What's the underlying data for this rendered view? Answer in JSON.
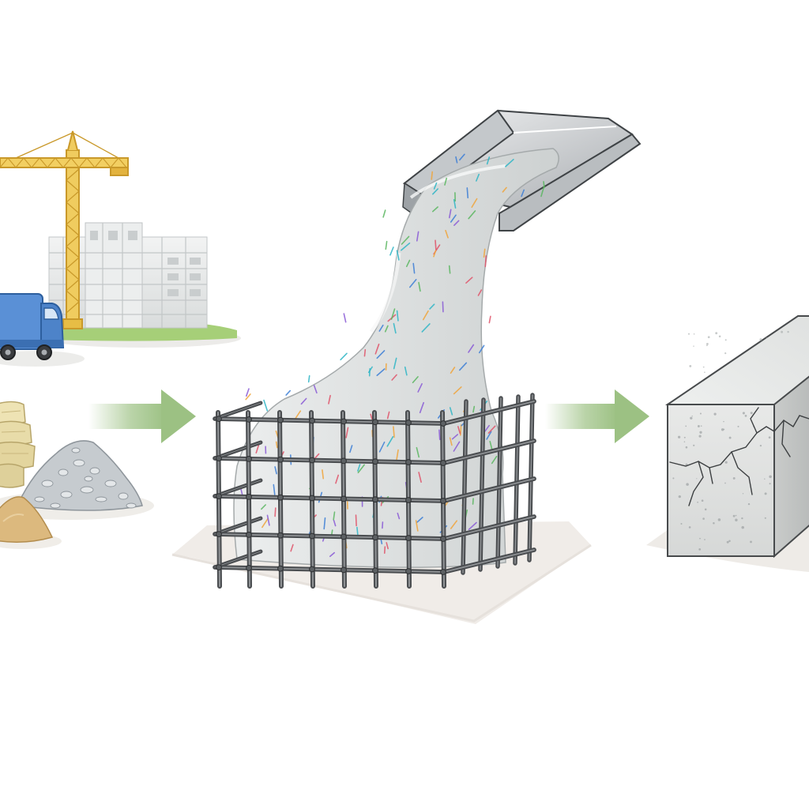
{
  "diagram": {
    "stages": [
      {
        "id": "raw-materials",
        "icons": [
          "tower-crane",
          "building-under-construction",
          "delivery-truck",
          "cement-bags",
          "gravel-pile",
          "sand-pile"
        ]
      },
      {
        "id": "pouring",
        "icons": [
          "concrete-chute",
          "fiber-reinforced-concrete-flow",
          "rebar-cage"
        ]
      },
      {
        "id": "cured-block",
        "icons": [
          "concrete-block",
          "surface-cracks"
        ]
      }
    ],
    "flow": [
      "raw-materials",
      "pouring",
      "cured-block"
    ]
  },
  "colors": {
    "background": "#ffffff",
    "arrow": "#9cc183",
    "crane": "#e2b43b",
    "truck_cab": "#3d79c4",
    "concrete": "#dfe1e1",
    "rebar": "#4a4d50",
    "grass": "#9bc66d",
    "cement_bag": "#e6dcae",
    "sand": "#d9b57a",
    "fiber_palette": [
      "#e0546a",
      "#3d7fd6",
      "#f0a53b",
      "#5bb761",
      "#8a5bd6",
      "#2fb6c6"
    ]
  }
}
